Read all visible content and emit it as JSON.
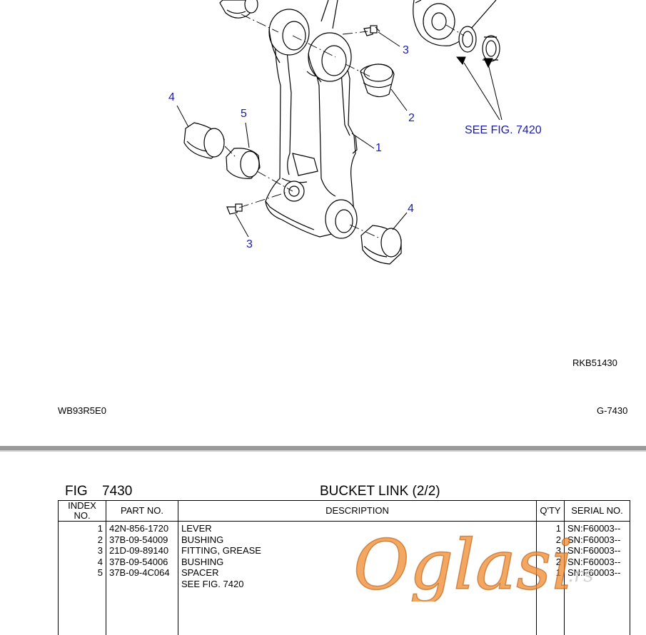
{
  "diagram": {
    "callouts": [
      "3",
      "2",
      "4",
      "5",
      "1",
      "3",
      "4"
    ],
    "see_fig_label": "SEE FIG. 7420",
    "drawing_code": "RKB51430"
  },
  "footer": {
    "left_code": "WB93R5E0",
    "right_code": "G-7430"
  },
  "figure": {
    "label": "FIG",
    "number": "7430",
    "title": "BUCKET LINK (2/2)"
  },
  "table": {
    "headers": {
      "index": "INDEX NO.",
      "part_no": "PART NO.",
      "description": "DESCRIPTION",
      "qty": "Q'TY",
      "serial_no": "SERIAL NO."
    },
    "rows": [
      {
        "index": "1",
        "part_no": "42N-856-1720",
        "description": "LEVER",
        "qty": "1",
        "serial": "SN:F60003--"
      },
      {
        "index": "2",
        "part_no": "37B-09-54009",
        "description": "BUSHING",
        "qty": "2",
        "serial": "SN:F60003--"
      },
      {
        "index": "3",
        "part_no": "21D-09-89140",
        "description": "FITTING, GREASE",
        "qty": "3",
        "serial": "SN:F60003--"
      },
      {
        "index": "4",
        "part_no": "37B-09-54006",
        "description": "BUSHING",
        "qty": "2",
        "serial": "SN:F60003--"
      },
      {
        "index": "5",
        "part_no": "37B-09-4C064",
        "description": "SPACER",
        "qty": "1",
        "serial": "SN:F60003--"
      },
      {
        "index": "",
        "part_no": "",
        "description": "SEE FIG. 7420",
        "qty": "",
        "serial": ""
      }
    ]
  },
  "watermark": {
    "brand": "Oglasi",
    "suffix": ".rs"
  }
}
